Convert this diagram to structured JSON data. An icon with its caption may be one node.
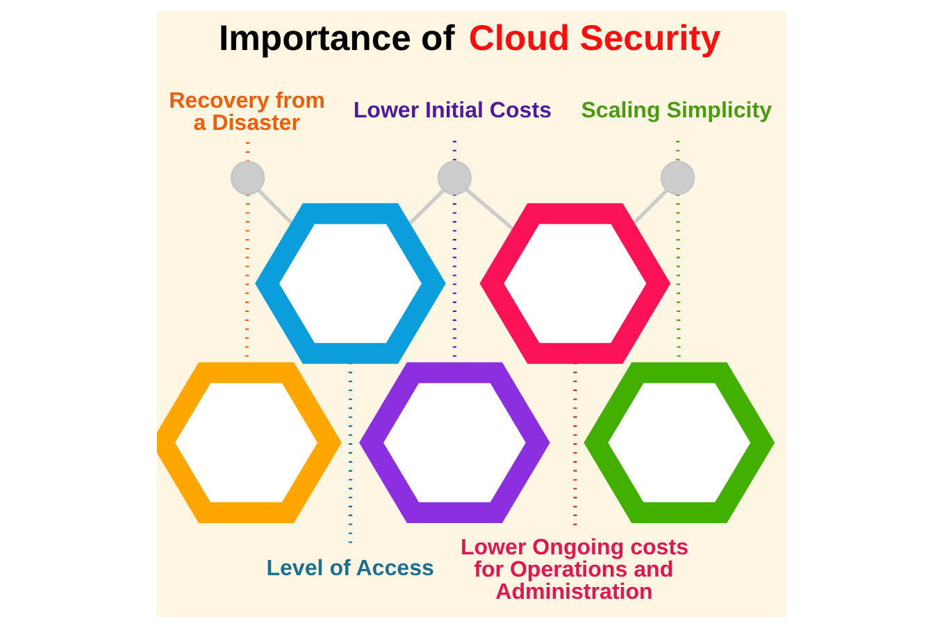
{
  "diagram": {
    "title": "Importance of Cloud Security",
    "nodes": [
      {
        "text": [
          "Recovery from a Disaster"
        ]
      },
      {
        "text": [
          "Lower Initial Costs"
        ]
      },
      {
        "text": [
          "Scaling Simplicity"
        ]
      },
      {
        "text": [],
        "shape": "circle"
      },
      {
        "text": [],
        "shape": "circle"
      },
      {
        "text": [],
        "shape": "circle"
      },
      {
        "text": [],
        "shape": "hexagon"
      },
      {
        "text": [],
        "shape": "hexagon"
      },
      {
        "text": [],
        "shape": "hexagon"
      },
      {
        "text": [],
        "shape": "hexagon"
      },
      {
        "text": [],
        "shape": "hexagon"
      },
      {
        "text": [
          "Level of Access"
        ]
      },
      {
        "text": [
          "Lower Ongoing costs for Operations and Administration"
        ]
      }
    ],
    "edges": [
      {
        "from": 0,
        "to": 3,
        "arrow": "none",
        "style": "dashed",
        "color": "#f25c05"
      },
      {
        "from": 3,
        "to": 8,
        "arrow": "none",
        "style": "dashed",
        "color": "#f25c05"
      },
      {
        "from": 1,
        "to": 4,
        "arrow": "none",
        "style": "dashed",
        "color": "#4b1a9e"
      },
      {
        "from": 4,
        "to": 9,
        "arrow": "none",
        "style": "dashed",
        "color": "#4b1a9e"
      },
      {
        "from": 2,
        "to": 5,
        "arrow": "none",
        "style": "dashed",
        "color": "#4a9a12"
      },
      {
        "from": 5,
        "to": 10,
        "arrow": "none",
        "style": "dashed",
        "color": "#4a9a12"
      },
      {
        "from": 3,
        "to": 6,
        "arrow": "none",
        "color": "#cccccc"
      },
      {
        "from": 6,
        "to": 4,
        "arrow": "none",
        "color": "#cccccc"
      },
      {
        "from": 4,
        "to": 7,
        "arrow": "none",
        "color": "#cccccc"
      },
      {
        "from": 7,
        "to": 5,
        "arrow": "none",
        "color": "#cccccc"
      },
      {
        "from": 11,
        "to": 6,
        "arrow": "none",
        "style": "dashed",
        "color": "#1b6f93"
      },
      {
        "from": 12,
        "to": 7,
        "arrow": "none",
        "style": "dashed",
        "color": "#e3154f"
      }
    ]
  }
}
